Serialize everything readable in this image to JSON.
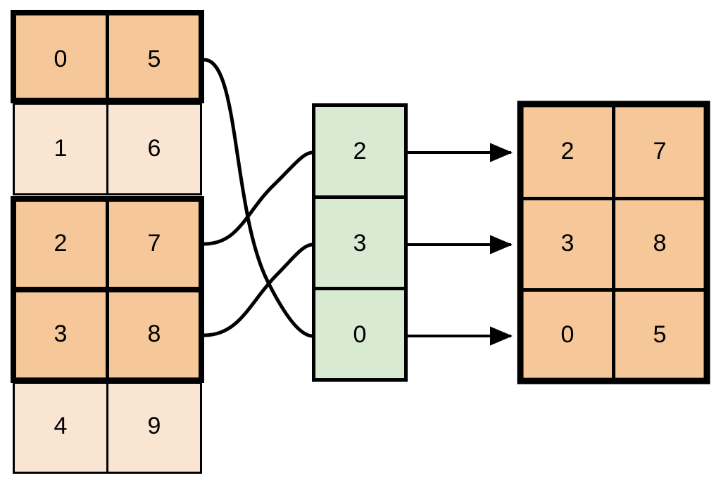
{
  "diagram": {
    "title": "array-row-gather-indexing",
    "colors": {
      "highlight_fill": "#f5c799",
      "dim_fill": "#fae5d3",
      "index_fill": "#d9ead3",
      "stroke": "#000000",
      "thin_stroke": "#000000",
      "background": "#ffffff"
    },
    "source_table": {
      "name": "source-array",
      "columns": 2,
      "rows": [
        {
          "values": [
            "0",
            "5"
          ],
          "highlighted": true
        },
        {
          "values": [
            "1",
            "6"
          ],
          "highlighted": false
        },
        {
          "values": [
            "2",
            "7"
          ],
          "highlighted": true
        },
        {
          "values": [
            "3",
            "8"
          ],
          "highlighted": true
        },
        {
          "values": [
            "4",
            "9"
          ],
          "highlighted": false
        }
      ]
    },
    "index_column": {
      "name": "index-array",
      "values": [
        "2",
        "3",
        "0"
      ]
    },
    "result_table": {
      "name": "result-array",
      "columns": 2,
      "rows": [
        {
          "values": [
            "2",
            "7"
          ]
        },
        {
          "values": [
            "3",
            "8"
          ]
        },
        {
          "values": [
            "0",
            "5"
          ]
        }
      ]
    },
    "links": [
      {
        "name": "link-source-row-0-to-index-2",
        "from_row": 0,
        "to_index_slot": 2
      },
      {
        "name": "link-source-row-2-to-index-0",
        "from_row": 2,
        "to_index_slot": 0
      },
      {
        "name": "link-source-row-3-to-index-1",
        "from_row": 3,
        "to_index_slot": 1
      }
    ],
    "arrows": [
      {
        "name": "arrow-index-0-to-result-row-0",
        "index_slot": 0,
        "result_row": 0
      },
      {
        "name": "arrow-index-1-to-result-row-1",
        "index_slot": 1,
        "result_row": 1
      },
      {
        "name": "arrow-index-2-to-result-row-2",
        "index_slot": 2,
        "result_row": 2
      }
    ]
  }
}
